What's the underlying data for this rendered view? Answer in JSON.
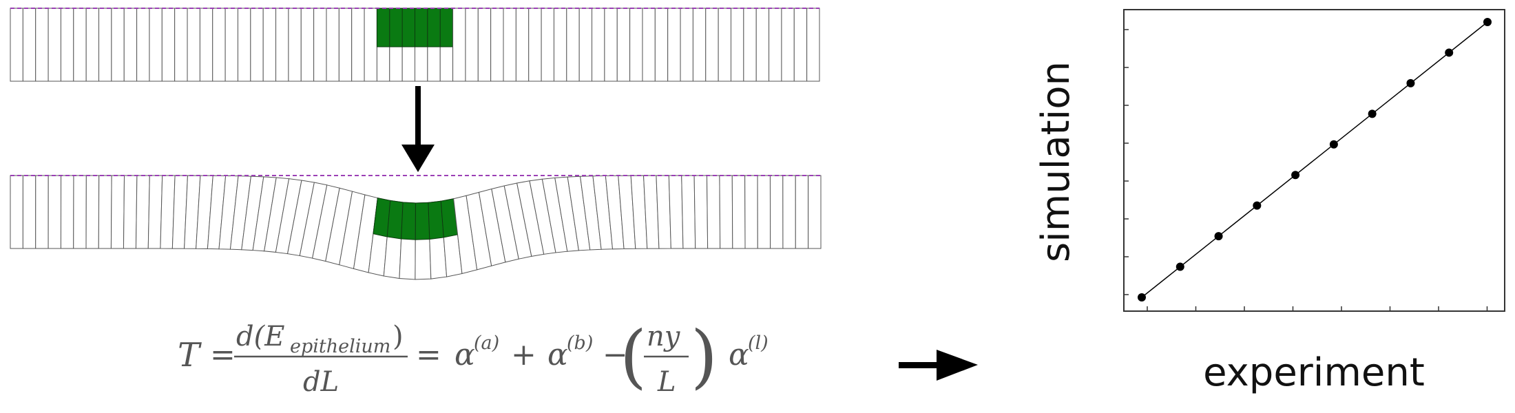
{
  "diagram": {
    "top_epithelium": {
      "cell_count": 64,
      "green_cell_count": 6,
      "fill": "#ffffff",
      "apical_line_color": "#9b3fb5",
      "green": "#0a7a12"
    },
    "bottom_epithelium": {
      "cell_count": 64,
      "green_cell_count": 6
    },
    "equation": {
      "lhs": "T",
      "eq1": "=",
      "num_d": "d(E",
      "num_sub": "epithelium",
      "num_close": ")",
      "den": "dL",
      "eq2": "=",
      "t1": "α",
      "t1_sup": "(a)",
      "plus": "+",
      "t2": "α",
      "t2_sup": "(b)",
      "minus": "−",
      "frac_num": "ny",
      "frac_den": "L",
      "lparen": "(",
      "rparen": ")",
      "t3": "α",
      "t3_sup": "(l)"
    }
  },
  "plot": {
    "xlabel": "experiment",
    "ylabel": "simulation",
    "points": [
      [
        1,
        1
      ],
      [
        2,
        2
      ],
      [
        3,
        3
      ],
      [
        4,
        4
      ],
      [
        5,
        5
      ],
      [
        6,
        6
      ],
      [
        7,
        7
      ],
      [
        8,
        8
      ],
      [
        9,
        9
      ],
      [
        10,
        10
      ]
    ]
  }
}
